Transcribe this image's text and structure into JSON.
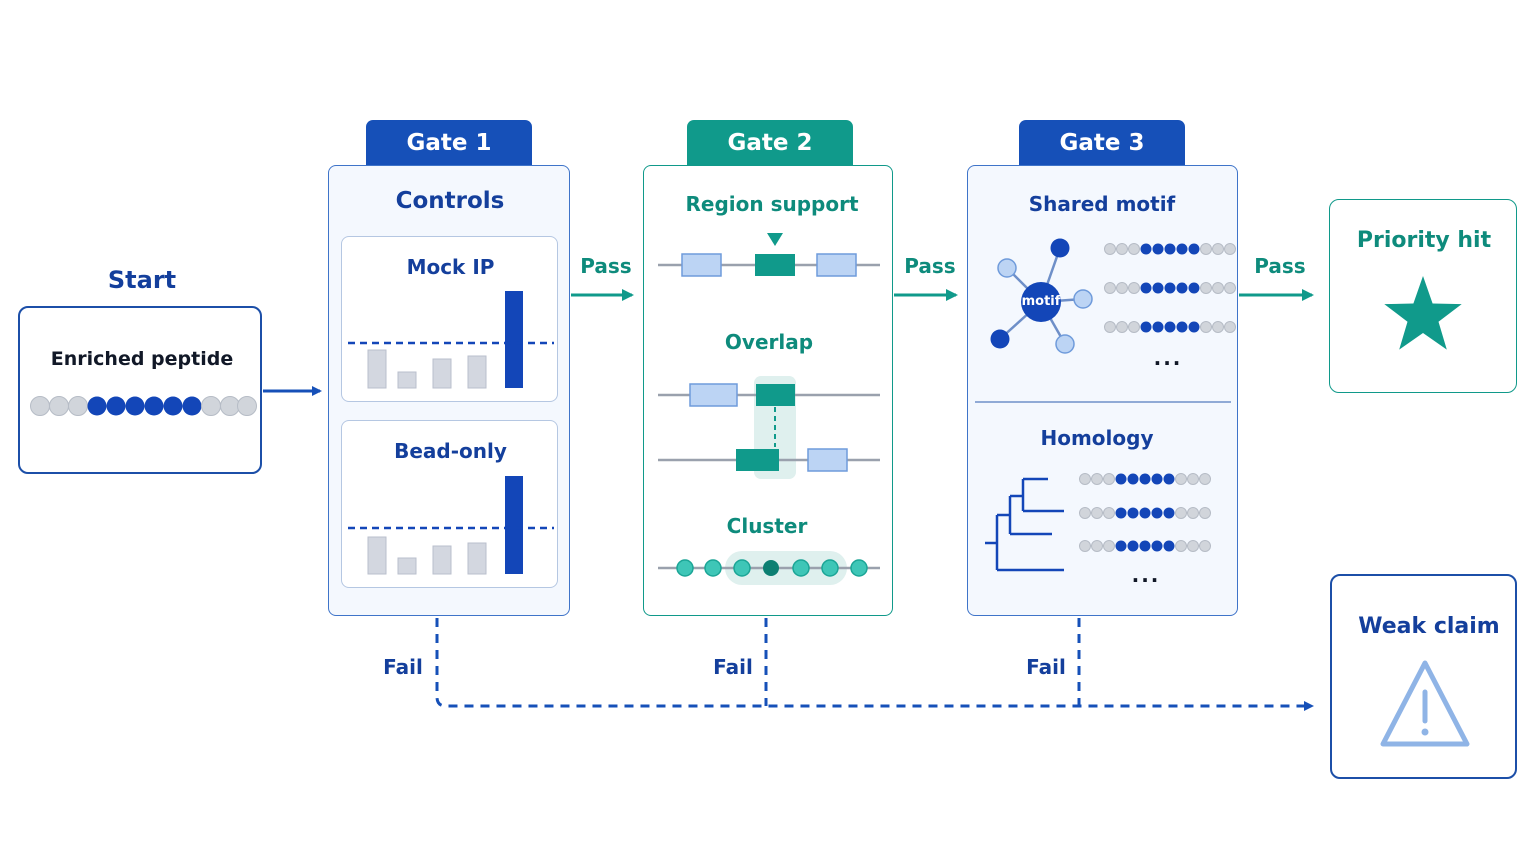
{
  "start": {
    "title": "Start",
    "label": "Enriched peptide"
  },
  "gate1": {
    "tab": "Gate 1",
    "title": "Controls",
    "mock": {
      "label": "Mock IP"
    },
    "bead": {
      "label": "Bead-only"
    }
  },
  "gate2": {
    "tab": "Gate 2",
    "region_label": "Region support",
    "overlap_label": "Overlap",
    "cluster_label": "Cluster"
  },
  "gate3": {
    "tab": "Gate 3",
    "motif_label": "Shared motif",
    "motif_node": "motif",
    "ellipsis": "...",
    "homology_label": "Homology"
  },
  "outcomes": {
    "pass": "Pass",
    "fail": "Fail",
    "priority": "Priority hit",
    "weak": "Weak claim"
  },
  "colors": {
    "blue": "#1650b8",
    "teal": "#109a8b",
    "light_blue": "#bcd4f4",
    "grey_bead": "#d1d5db",
    "bar_grey": "#d3d7e0"
  }
}
